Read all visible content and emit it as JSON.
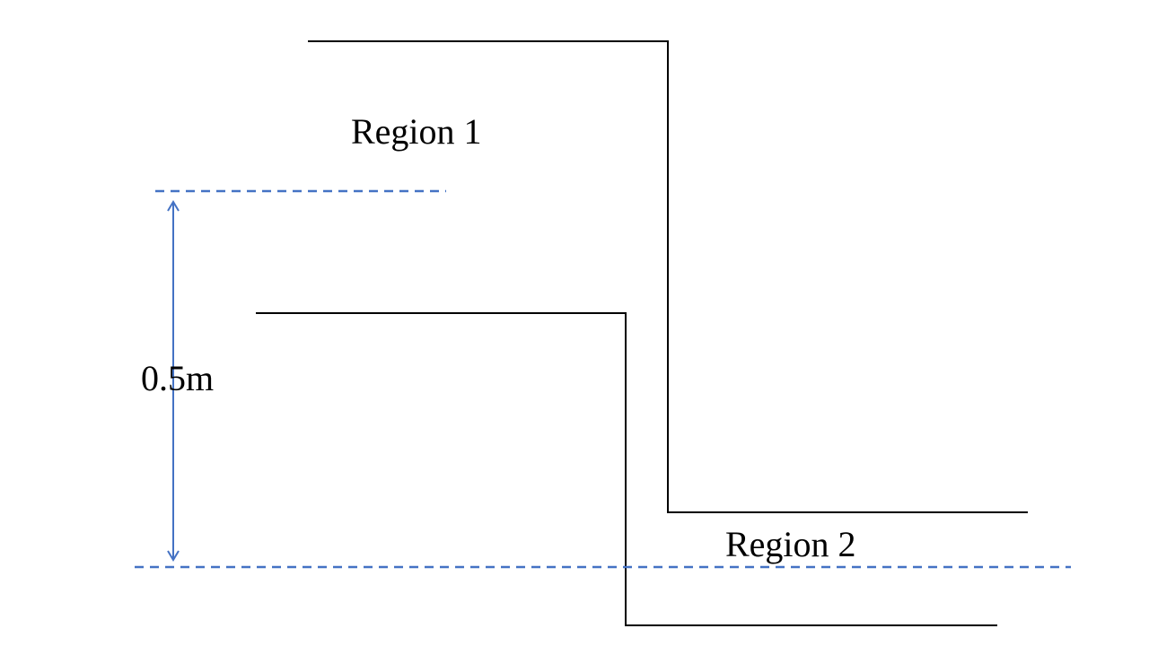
{
  "labels": {
    "region_1": "Region 1",
    "region_2": "Region 2",
    "height_dimension": "0.5m"
  },
  "colors": {
    "wall_line": "#000000",
    "reference_line": "#4472C4",
    "dimension_arrow": "#4472C4",
    "background": "#ffffff"
  }
}
